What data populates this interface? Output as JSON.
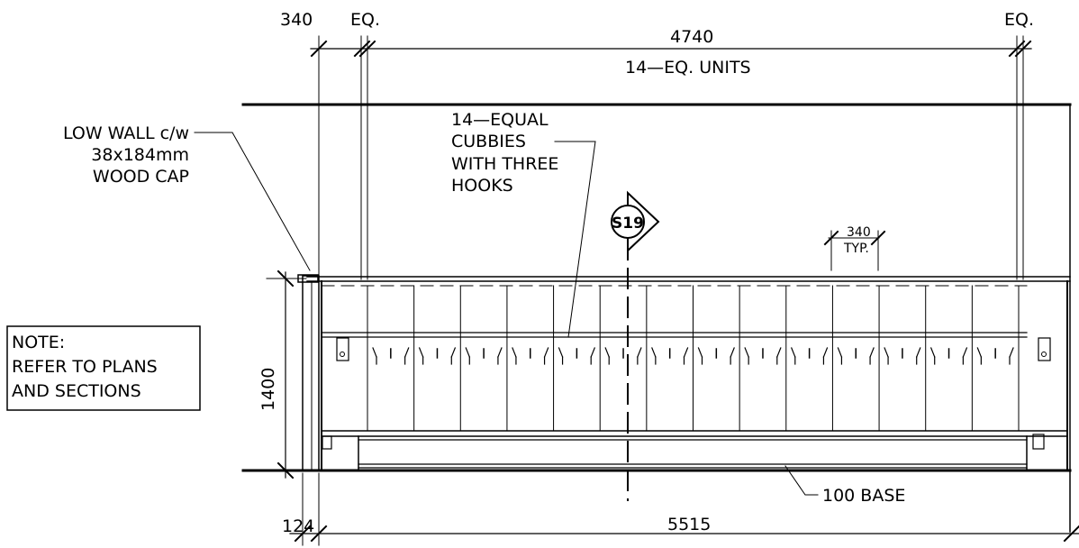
{
  "dimensions": {
    "left_width": "340",
    "eq_left": "EQ.",
    "eq_right": "EQ.",
    "span": "4740",
    "units": "14—EQ. UNITS",
    "height": "1400",
    "offset": "124",
    "overall": "5515",
    "typ_value": "340",
    "typ_label": "TYP."
  },
  "callouts": {
    "low_wall": [
      "LOW WALL c/w",
      "38x184mm",
      "WOOD CAP"
    ],
    "cubbies": [
      "14—EQUAL",
      "CUBBIES",
      "WITH THREE",
      "HOOKS"
    ],
    "base": "100 BASE"
  },
  "section_marker": {
    "label": "S19"
  },
  "note_box": {
    "lines": [
      "NOTE:",
      "REFER TO PLANS",
      "AND SECTIONS"
    ]
  },
  "cubby_count": 14
}
